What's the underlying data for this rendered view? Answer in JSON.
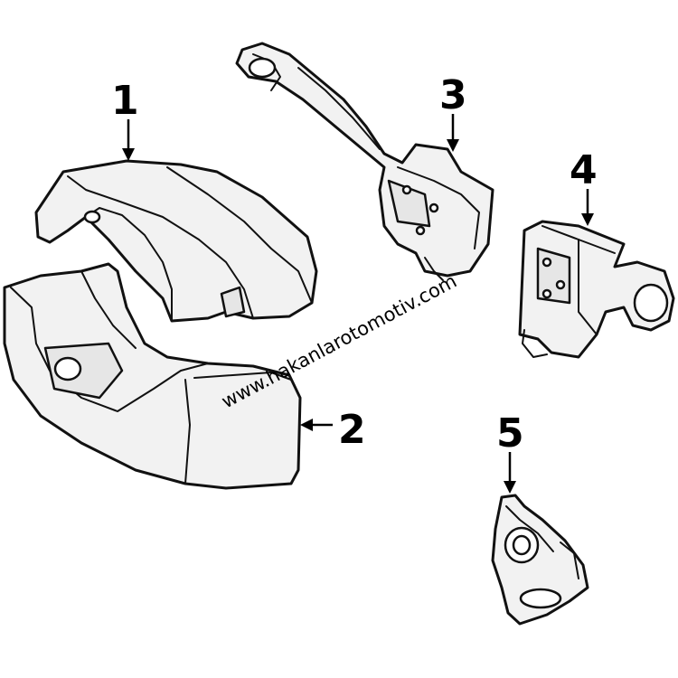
{
  "watermark": "www.hakanlarotomotiv.com",
  "callouts": [
    {
      "id": "1",
      "label": "1"
    },
    {
      "id": "2",
      "label": "2"
    },
    {
      "id": "3",
      "label": "3"
    },
    {
      "id": "4",
      "label": "4"
    },
    {
      "id": "5",
      "label": "5"
    }
  ]
}
